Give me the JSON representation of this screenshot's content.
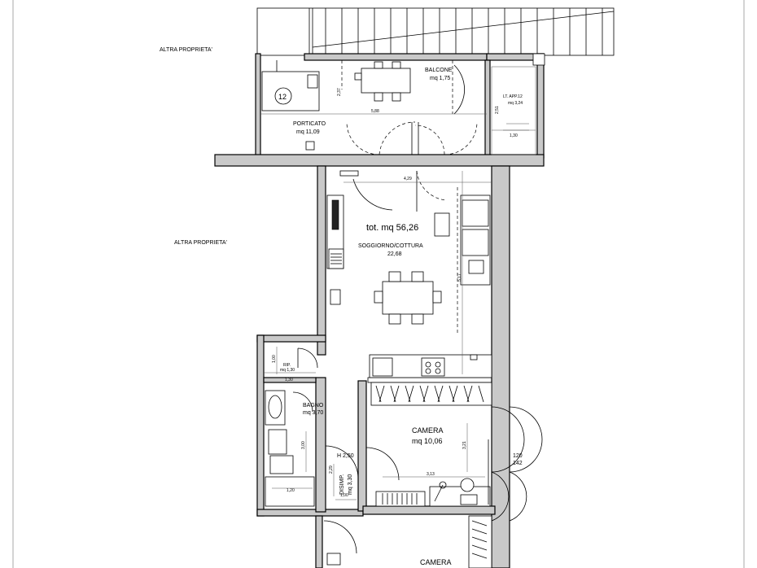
{
  "labels": {
    "altra_top": "ALTRA PROPRIETA'",
    "altra_mid": "ALTRA PROPRIETA'",
    "balcone": "BALCONE",
    "balcone_area": "mq 1,75",
    "lt_app": "LT. APP.12",
    "lt_app_area": "mq 3,24",
    "porticato": "PORTICATO",
    "porticato_area": "mq 11,09",
    "unit_number": "12",
    "total": "tot. mq 56,26",
    "soggiorno": "SOGGIORNO/COTTURA",
    "soggiorno_area": "22,68",
    "rip": "RIP.",
    "rip_area": "mq 1,30",
    "bagno": "BAGNO",
    "bagno_area": "mq 3,70",
    "h": "H 2,50",
    "disimp": "DISIMP.",
    "disimp_area": "mq 3,30",
    "camera1": "CAMERA",
    "camera1_area": "mq 10,06",
    "camera2": "CAMERA",
    "win_top": "120",
    "win_bottom": "142"
  },
  "dimensions": {
    "d237": "2,37",
    "d588": "5,88",
    "d251": "2,51",
    "d130a": "1,30",
    "d429": "4,29",
    "d517": "5,17",
    "d100a": "1,00",
    "d130b": "1,30",
    "d300": "3,00",
    "d120": "1,20",
    "d321": "3,21",
    "d313": "3,13",
    "d229": "2,29",
    "d100b": "1,00"
  }
}
